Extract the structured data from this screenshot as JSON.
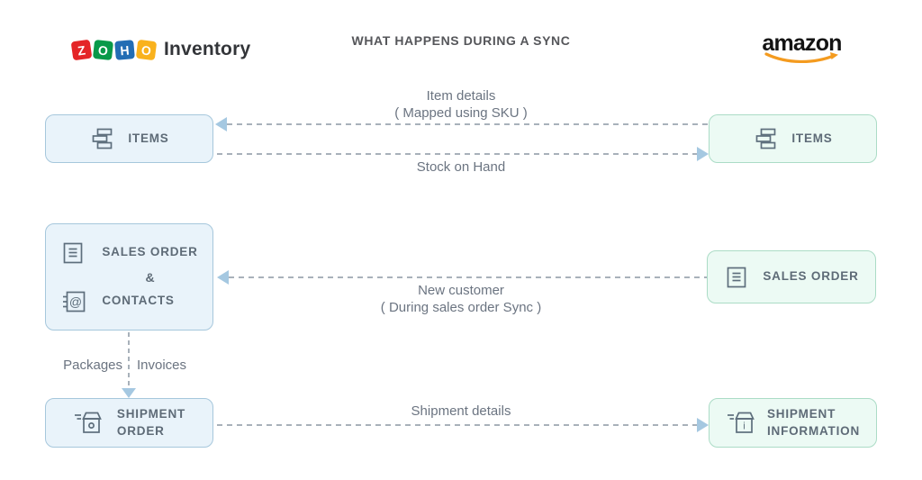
{
  "title": "WHAT HAPPENS DURING A SYNC",
  "header": {
    "zoho": {
      "tiles": [
        {
          "char": "Z",
          "color": "#E42527"
        },
        {
          "char": "O",
          "color": "#089949"
        },
        {
          "char": "H",
          "color": "#226DB4"
        },
        {
          "char": "O",
          "color": "#F9B21D"
        }
      ],
      "product": "Inventory"
    },
    "amazon": {
      "text": "amazon"
    }
  },
  "zoho_column": {
    "items": {
      "label": "ITEMS",
      "icon": "stacked-items-icon"
    },
    "sales_order_contacts": {
      "line1": "SALES ORDER",
      "ampersand": "&",
      "line2": "CONTACTS",
      "icons": [
        "sales-order-document-icon",
        "contacts-address-book-icon"
      ]
    },
    "shipment_order": {
      "line1": "SHIPMENT",
      "line2": "ORDER",
      "icon": "shipment-box-icon"
    }
  },
  "amazon_column": {
    "items": {
      "label": "ITEMS",
      "icon": "stacked-items-icon"
    },
    "sales_order": {
      "label": "SALES ORDER",
      "icon": "sales-order-document-icon"
    },
    "shipment_information": {
      "line1": "SHIPMENT",
      "line2": "INFORMATION",
      "icon": "shipment-info-box-icon"
    }
  },
  "flows": {
    "item_details": {
      "label_line1": "Item details",
      "label_line2": "( Mapped using SKU )",
      "direction": "amazon-to-zoho"
    },
    "stock_on_hand": {
      "label": "Stock on Hand",
      "direction": "zoho-to-amazon"
    },
    "new_customer": {
      "label_line1": "New customer",
      "label_line2": "( During sales order Sync )",
      "direction": "amazon-to-zoho"
    },
    "packages_invoices": {
      "left_label": "Packages",
      "right_label": "Invoices",
      "direction": "down"
    },
    "shipment_details": {
      "label": "Shipment details",
      "direction": "zoho-to-amazon"
    }
  },
  "colors": {
    "zoho_box_fill": "#E9F3FA",
    "zoho_box_border": "#A6C7DC",
    "amazon_box_fill": "#ECFAF4",
    "amazon_box_border": "#ABDCC6",
    "arrow_dash": "#A8B1BA",
    "arrow_head": "#A5C8E1",
    "icon_stroke": "#5D6E7C",
    "box_label_text": "#5E6B77",
    "flow_label_text": "#6B7481",
    "title_text": "#55565A",
    "amazon_smile": "#F49B1F"
  }
}
